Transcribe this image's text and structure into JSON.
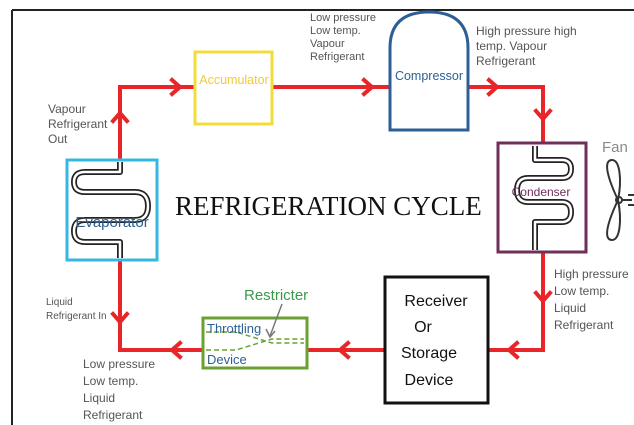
{
  "title": "REFRIGERATION CYCLE",
  "components": {
    "accumulator": "Accumulator",
    "compressor": "Compressor",
    "condenser": "Condenser",
    "evaporator": "Evaporator",
    "fan": "Fan",
    "receiver": [
      "Receiver",
      "Or",
      "Storage",
      "Device"
    ],
    "throttling": [
      "Throttling",
      "Device"
    ],
    "restricter": "Restricter"
  },
  "labels": {
    "compressor_inlet": [
      "Low pressure",
      "Low temp.",
      "Vapour",
      "Refrigerant"
    ],
    "compressor_outlet": [
      "High pressure high",
      "temp. Vapour",
      "Refrigerant"
    ],
    "evaporator_outlet": [
      "Vapour",
      "Refrigerant",
      "Out"
    ],
    "evaporator_inlet": [
      "Liquid",
      "Refrigerant In"
    ],
    "condenser_outlet": [
      "High pressure",
      "Low temp.",
      "Liquid",
      "Refrigerant"
    ],
    "throttle_outlet": [
      "Low pressure",
      "Low temp.",
      "Liquid",
      "Refrigerant"
    ]
  },
  "colors": {
    "pipe": "#e8262a",
    "accumulator": "#f2dc3a",
    "compressor": "#2d5f96",
    "condenser": "#6e2f58",
    "evaporator": "#35b7e3",
    "throttling": "#6aa232",
    "restricter_text": "#3a9a4a",
    "component_text": "#4a7fb8"
  },
  "icons": [
    "fan-icon",
    "arrow-icon"
  ]
}
